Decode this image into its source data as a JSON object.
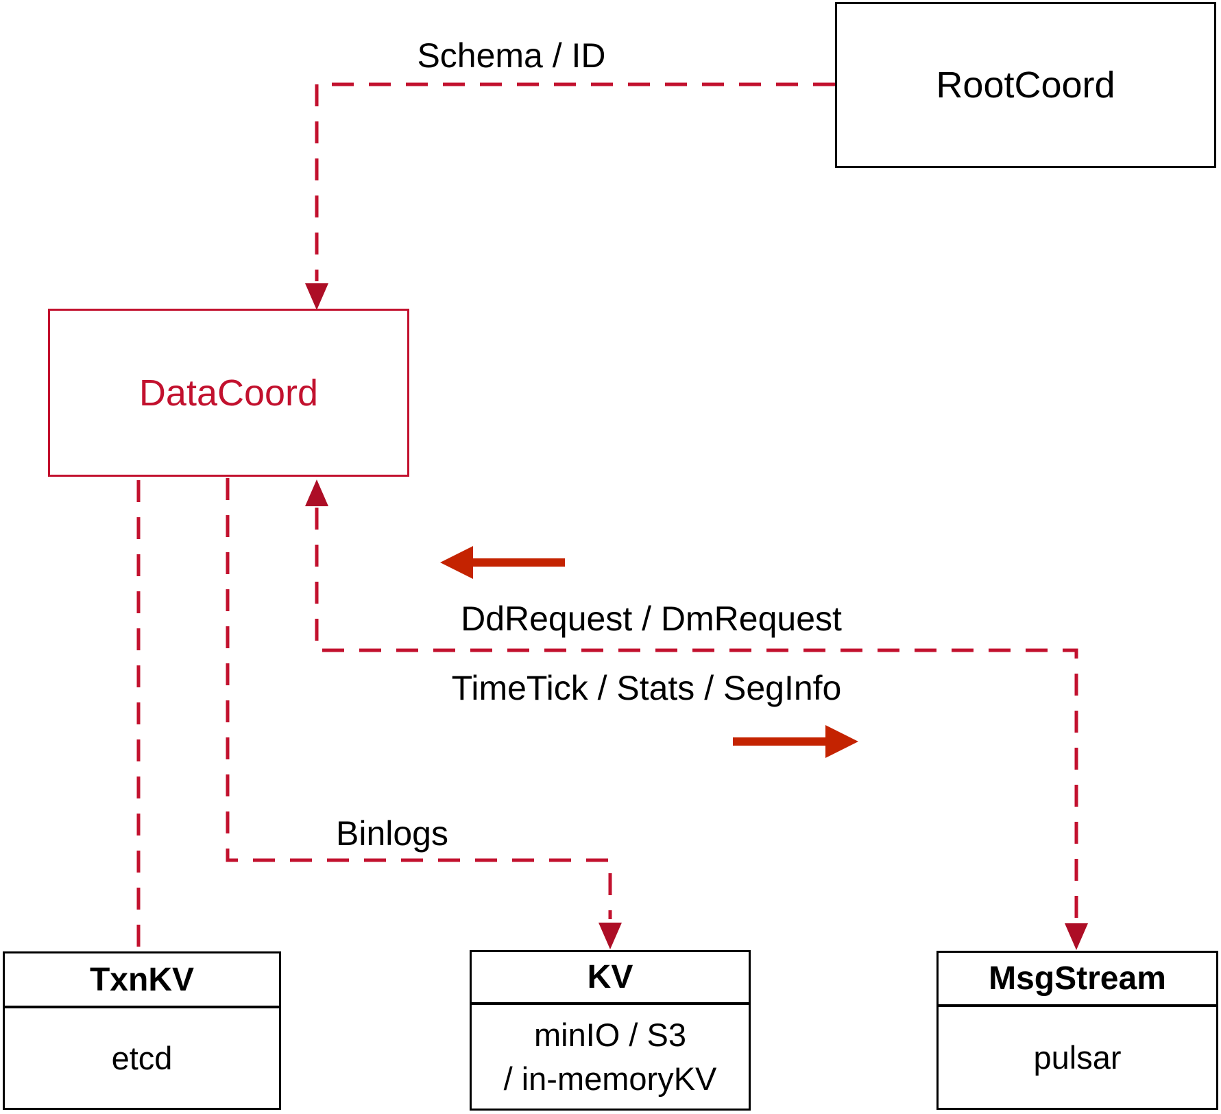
{
  "colors": {
    "dashed_line": "#C2112E",
    "dashed_arrowhead": "#AD0E26",
    "solid_arrow": "#C42301",
    "box_border": "#000000",
    "datacoord_accent": "#C2112E",
    "text": "#000000",
    "background": "#FFFFFF"
  },
  "nodes": {
    "rootcoord": {
      "label": "RootCoord"
    },
    "datacoord": {
      "label": "DataCoord"
    },
    "txnkv": {
      "title": "TxnKV",
      "body": "etcd"
    },
    "kv": {
      "title": "KV",
      "body_line1": "minIO / S3",
      "body_line2": "/ in-memoryKV"
    },
    "msgstream": {
      "title": "MsgStream",
      "body": "pulsar"
    }
  },
  "edge_labels": {
    "schema_id": "Schema / ID",
    "dd_dm_request": "DdRequest / DmRequest",
    "timetick_stats_seginfo": "TimeTick / Stats / SegInfo",
    "binlogs": "Binlogs"
  }
}
